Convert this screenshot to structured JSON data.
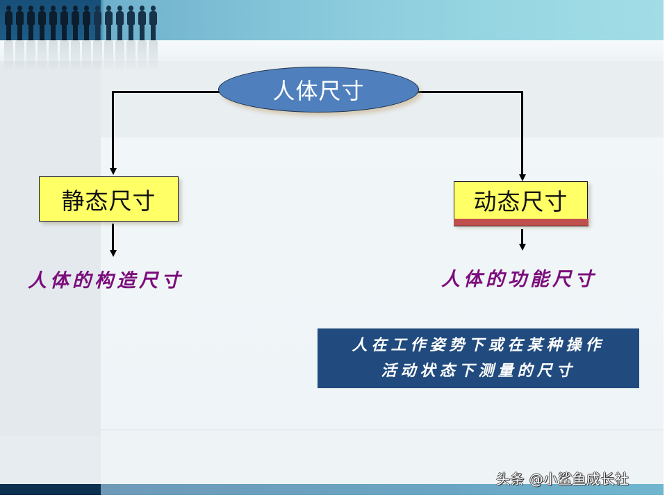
{
  "slide": {
    "root": {
      "label": "人体尺寸",
      "fill": "#4f80bd",
      "text_color": "#ffffff"
    },
    "branches": [
      {
        "label": "静态尺寸",
        "fill": "#ffff66",
        "result": "人体的构造尺寸",
        "result_color": "#7b0c7b"
      },
      {
        "label": "动态尺寸",
        "fill": "#ffff66",
        "accent_strip": "#c0504d",
        "result": "人体的功能尺寸",
        "result_color": "#7b0c7b"
      }
    ],
    "description": {
      "lines": [
        "人在工作姿势下或在某种操作",
        "活动状态下测量的尺寸"
      ],
      "fill": "#214b7e",
      "text_color": "#ffffff"
    }
  },
  "watermark": "头条 @小鲨鱼成长社"
}
